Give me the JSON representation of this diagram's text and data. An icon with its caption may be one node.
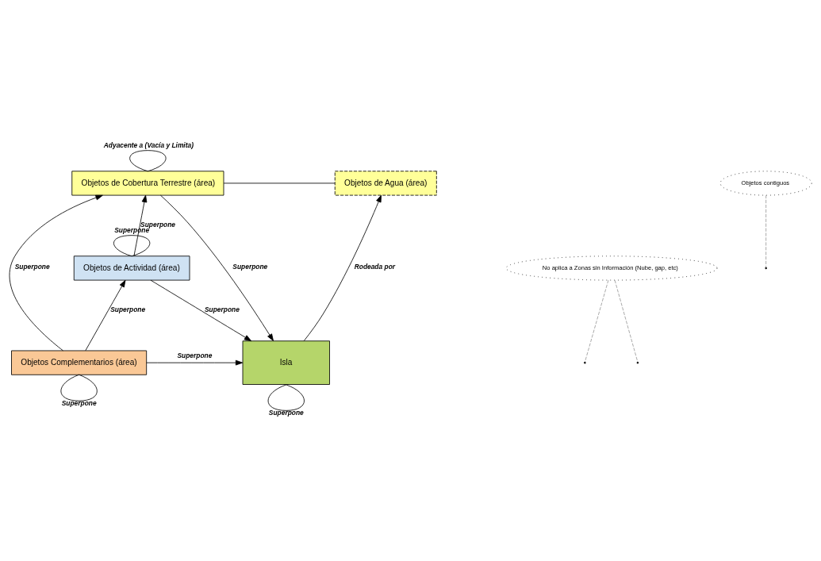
{
  "diagram": {
    "nodes": [
      {
        "text": [
          "Objetos de Cobertura Terrestre (área)"
        ]
      },
      {
        "text": [
          "Objetos de Agua (área)"
        ]
      },
      {
        "text": [
          "Objetos de Actividad (área)"
        ]
      },
      {
        "text": [
          "Objetos Complementarios (área)"
        ]
      },
      {
        "text": [
          "Isla"
        ]
      },
      {
        "text": [
          "No aplica a Zonas sin Información (Nube, gap, etc)"
        ]
      },
      {
        "text": [
          "Objetos contiguos"
        ]
      }
    ],
    "edges": [
      {
        "from": 0,
        "to": 0,
        "arrow": "none",
        "label": "Adyacente a (Vacía y Limita)"
      },
      {
        "from": 0,
        "to": 1,
        "arrow": "none"
      },
      {
        "from": 2,
        "to": 0,
        "arrow": "to",
        "label": "Superpone"
      },
      {
        "from": 2,
        "to": 2,
        "arrow": "none",
        "label": "Superpone"
      },
      {
        "from": 3,
        "to": 2,
        "arrow": "to",
        "label": "Superpone"
      },
      {
        "from": 3,
        "to": 0,
        "arrow": "to",
        "label": "Superpone"
      },
      {
        "from": 3,
        "to": 4,
        "arrow": "to",
        "label": "Superpone"
      },
      {
        "from": 3,
        "to": 3,
        "arrow": "none",
        "label": "Superpone"
      },
      {
        "from": 2,
        "to": 4,
        "arrow": "to",
        "label": "Superpone"
      },
      {
        "from": 0,
        "to": 4,
        "arrow": "to",
        "label": "Superpone"
      },
      {
        "from": 4,
        "to": 1,
        "arrow": "to",
        "label": "Rodeada por"
      },
      {
        "from": 4,
        "to": 4,
        "arrow": "none",
        "label": "Superpone"
      },
      {
        "from": 5,
        "to": null,
        "arrow": "none",
        "style": "dashed",
        "color": "#999999"
      },
      {
        "from": 5,
        "to": null,
        "arrow": "none",
        "style": "dashed",
        "color": "#999999"
      },
      {
        "from": 6,
        "to": null,
        "arrow": "none",
        "style": "dashed",
        "color": "#999999"
      }
    ]
  }
}
